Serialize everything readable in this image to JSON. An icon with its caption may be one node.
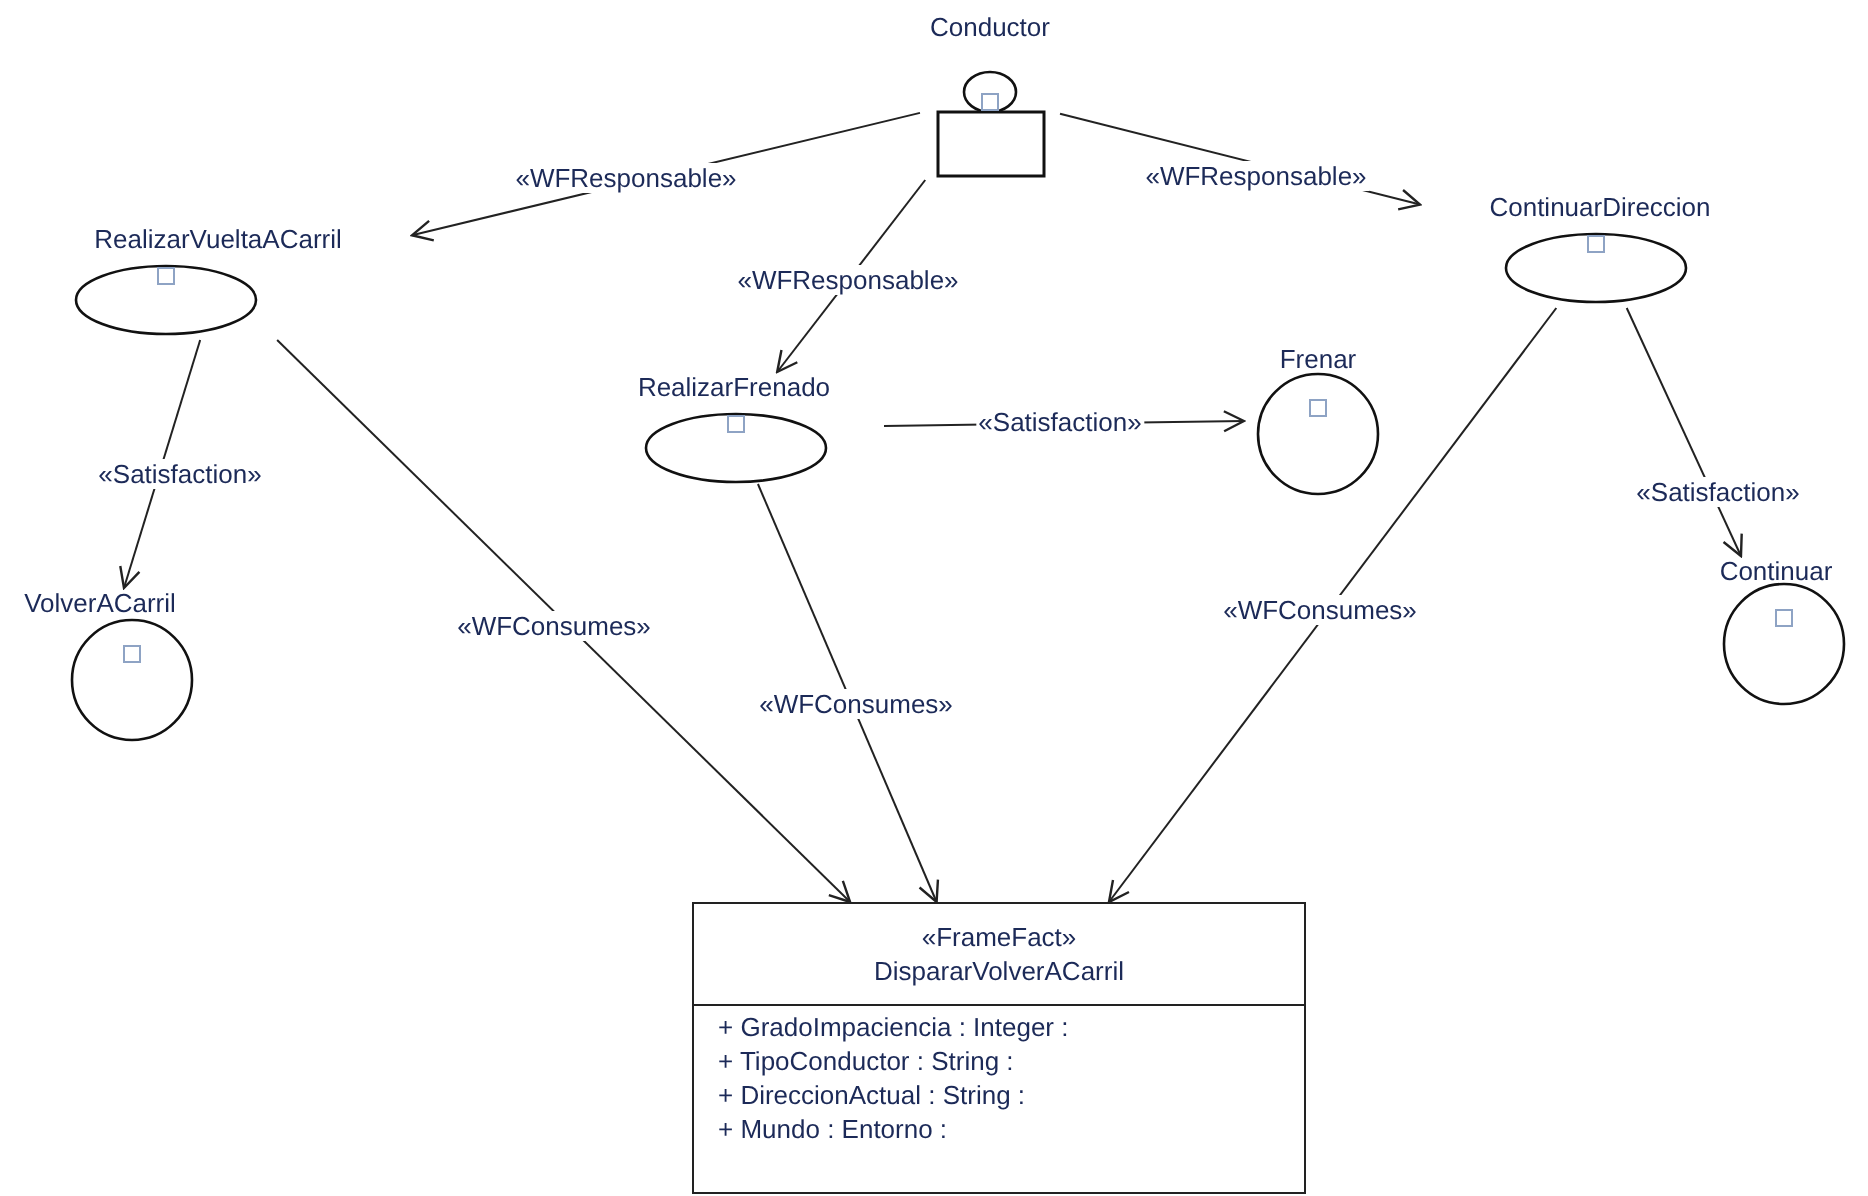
{
  "diagram": {
    "nodes": [
      {
        "text": [
          "Conductor"
        ]
      },
      {
        "text": [
          "RealizarVueltaACarril"
        ]
      },
      {
        "text": [
          "RealizarFrenado"
        ]
      },
      {
        "text": [
          "Frenar"
        ]
      },
      {
        "text": [
          "ContinuarDireccion"
        ]
      },
      {
        "text": [
          "VolverACarril"
        ]
      },
      {
        "text": [
          "Continuar"
        ]
      },
      {
        "text": [
          "«FrameFact»",
          "DispararVolverACarril",
          "+ GradoImpaciencia : Integer :",
          "+ TipoConductor : String :",
          "+ DireccionActual : String :",
          "+ Mundo : Entorno :"
        ]
      }
    ],
    "edges": [
      {
        "from": 0,
        "to": 1,
        "arrow": "to",
        "label": "«WFResponsable»"
      },
      {
        "from": 0,
        "to": 2,
        "arrow": "to",
        "label": "«WFResponsable»"
      },
      {
        "from": 0,
        "to": 4,
        "arrow": "to",
        "label": "«WFResponsable»"
      },
      {
        "from": 1,
        "to": 5,
        "arrow": "to",
        "label": "«Satisfaction»"
      },
      {
        "from": 2,
        "to": 3,
        "arrow": "to",
        "label": "«Satisfaction»"
      },
      {
        "from": 4,
        "to": 6,
        "arrow": "to",
        "label": "«Satisfaction»"
      },
      {
        "from": 1,
        "to": 7,
        "arrow": "to",
        "label": "«WFConsumes»"
      },
      {
        "from": 2,
        "to": 7,
        "arrow": "to",
        "label": "«WFConsumes»"
      },
      {
        "from": 4,
        "to": 7,
        "arrow": "to",
        "label": "«WFConsumes»"
      }
    ]
  }
}
